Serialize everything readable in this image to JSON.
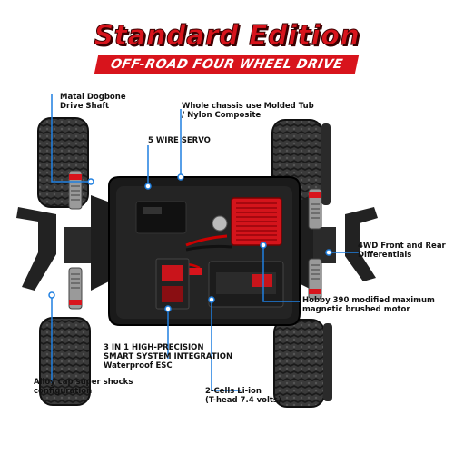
{
  "header": {
    "title": "Standard Edition",
    "subtitle": "OFF-ROAD FOUR WHEEL DRIVE"
  },
  "callouts": {
    "drive_shaft": [
      "Matal Dogbone",
      "Drive Shaft"
    ],
    "chassis": [
      "Whole chassis use Molded Tub",
      "/ Nylon Composite"
    ],
    "servo": [
      "5 WIRE SERVO"
    ],
    "differentials": [
      "4WD Front and Rear",
      "Differentials"
    ],
    "motor": [
      "Hobby 390 modified maximum",
      "magnetic brushed motor"
    ],
    "esc": [
      "3 IN 1 HIGH-PRECISION",
      "SMART SYSTEM INTEGRATION",
      "Waterproof ESC"
    ],
    "battery": [
      "2-Cells Li-ion",
      "(T-head 7.4 volts)"
    ],
    "shocks": [
      "Alloy cap super shocks",
      "configuration"
    ]
  },
  "colors": {
    "accent_red": "#d8141c",
    "leader_blue": "#1f7fe0",
    "tire": "#2c2c2c",
    "chassis": "#1a1a1a",
    "motor": "#d4141b"
  }
}
